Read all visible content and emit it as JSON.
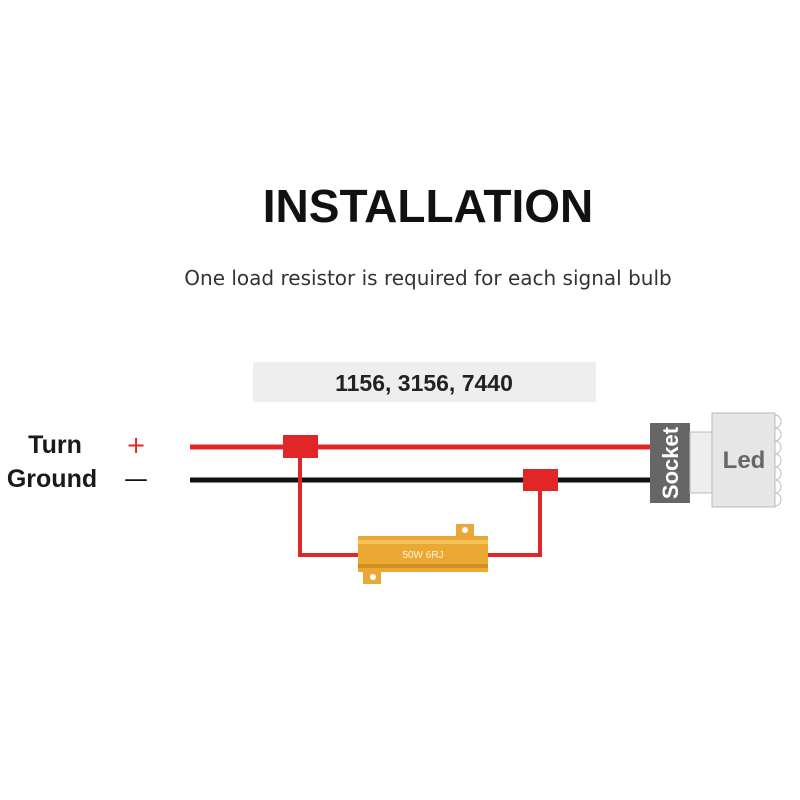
{
  "title": "INSTALLATION",
  "subtitle": "One load resistor is required for each signal bulb",
  "bulb_models": "1156, 3156, 7440",
  "wires": {
    "turn_label": "Turn",
    "turn_sign": "+",
    "ground_label": "Ground",
    "ground_sign": "—"
  },
  "resistor_label": "50W 6RJ",
  "socket_label": "Socket",
  "led_label": "Led",
  "colors": {
    "red_wire": "#e02626",
    "black_wire": "#111111",
    "socket": "#666666",
    "resistor": "#e8a93a"
  }
}
